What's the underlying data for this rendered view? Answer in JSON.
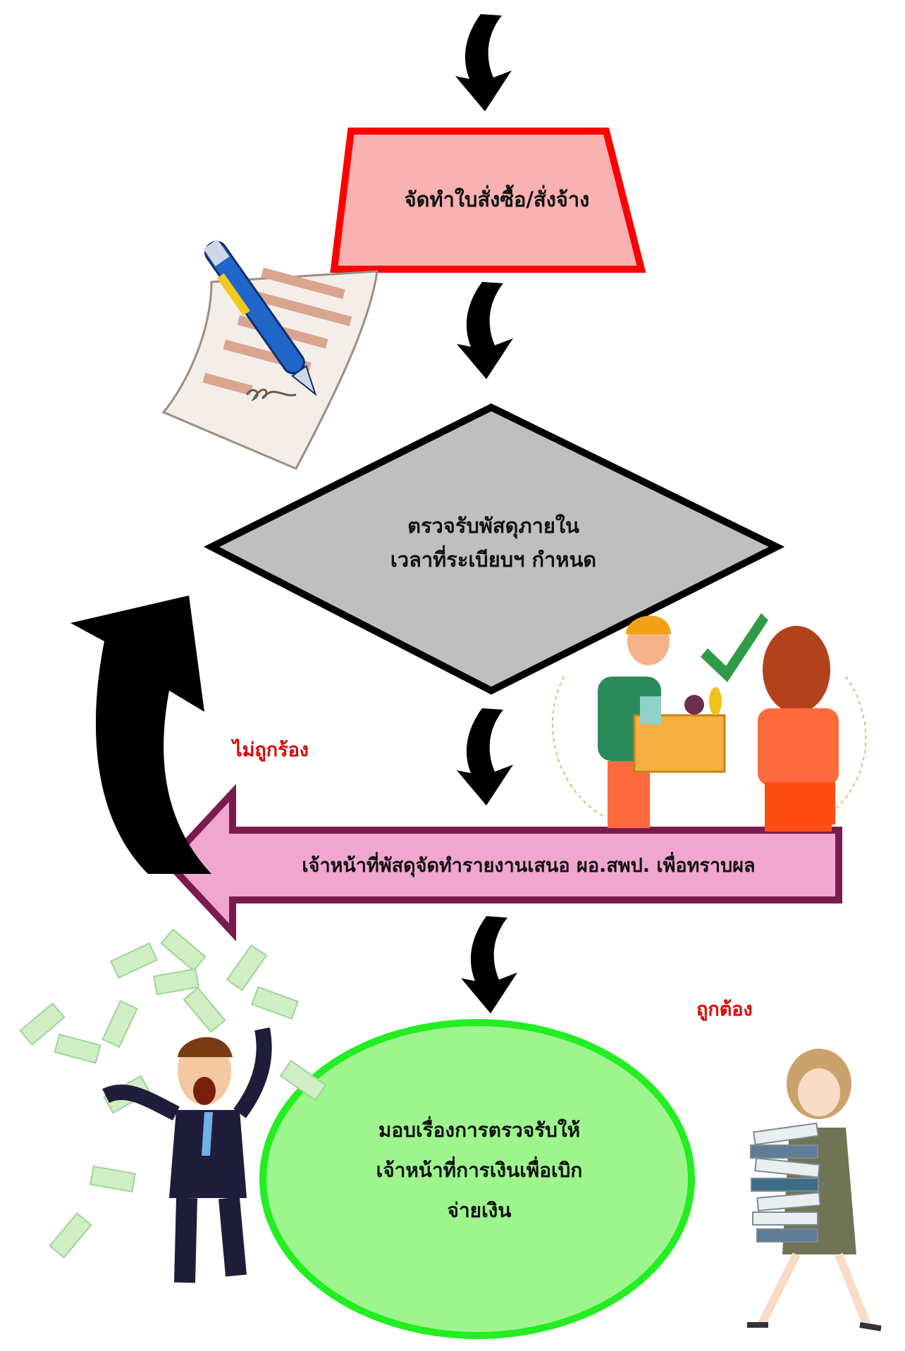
{
  "diagram": {
    "steps": {
      "purchase_order": {
        "text": "จัดทำใบสั่งซื้อ/สั่งจ้าง",
        "fill": "#f9b1b1",
        "stroke": "#ff0000"
      },
      "inspect": {
        "line1": "ตรวจรับพัสดุภายใน",
        "line2": "เวลาที่ระเบียบฯ กำหนด",
        "fill": "#bfbfbf",
        "stroke": "#000000"
      },
      "report": {
        "text": "เจ้าหน้าที่พัสดุจัดทำรายงานเสนอ ผอ.สพป. เพื่อทราบผล",
        "fill": "#f0a6cf",
        "stroke": "#7a1b4e"
      },
      "payment": {
        "line1": "มอบเรื่องการตรวจรับให้",
        "line2": "เจ้าหน้าที่การเงินเพื่อเบิก",
        "line3": "จ่ายเงิน",
        "fill": "#9ef58e",
        "stroke": "#22ee22"
      }
    },
    "labels": {
      "incorrect": "ไม่ถูกร้อง",
      "correct": "ถูกต้อง"
    },
    "accent_colors": {
      "label": "#e00000",
      "arrow": "#000000"
    },
    "illustrations": [
      "pen-and-document-icon",
      "delivery-handover-illustration",
      "checkmark-icon",
      "happy-businessman-with-money-illustration",
      "stressed-woman-with-papers-illustration"
    ]
  }
}
